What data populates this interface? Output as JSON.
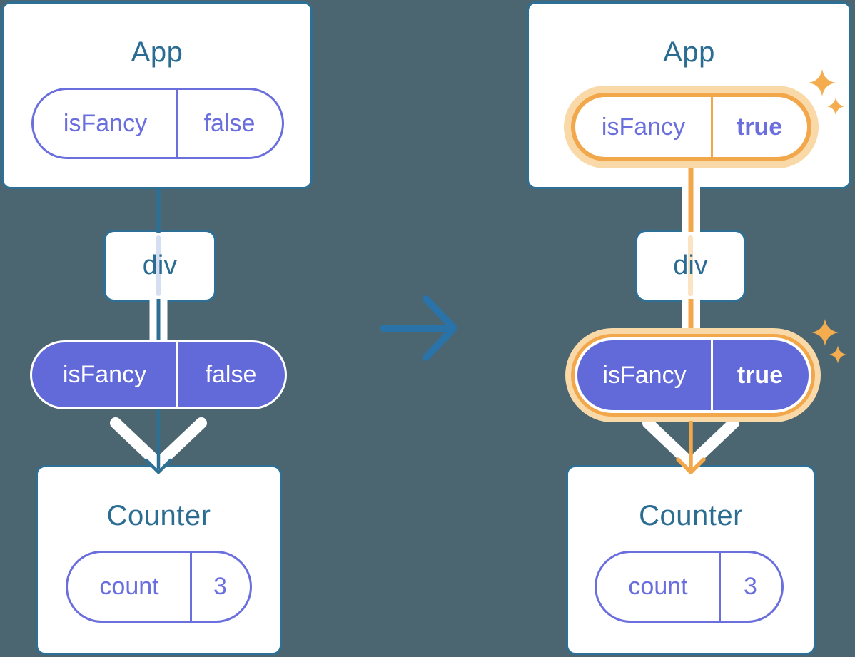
{
  "colors": {
    "background": "#4C6671",
    "card_border_blue": "#2E7095",
    "component_text_blue": "#2A6C92",
    "arrow_blue": "#2A73A8",
    "pill_purple_fill": "#6269D8",
    "pill_purple_outline": "#6A6FDD",
    "highlight_orange": "#F2A74B",
    "highlight_orange_halo": "#FAD9A8",
    "sparkle_orange": "#F4AC4E",
    "faint_line_blue": "#D6DEF1",
    "faint_line_peach": "#FBE4C4",
    "white": "#FFFFFF"
  },
  "before_tree": {
    "app_card": {
      "title": "App",
      "state_pill": {
        "key": "isFancy",
        "value": "false"
      }
    },
    "div_box": {
      "label": "div"
    },
    "prop_pill": {
      "key": "isFancy",
      "value": "false"
    },
    "counter_card": {
      "title": "Counter",
      "state_pill": {
        "key": "count",
        "value": "3"
      }
    }
  },
  "after_tree": {
    "app_card": {
      "title": "App",
      "state_pill": {
        "key": "isFancy",
        "value": "true",
        "highlighted": true
      }
    },
    "div_box": {
      "label": "div"
    },
    "prop_pill": {
      "key": "isFancy",
      "value": "true",
      "highlighted": true
    },
    "counter_card": {
      "title": "Counter",
      "state_pill": {
        "key": "count",
        "value": "3"
      }
    }
  }
}
